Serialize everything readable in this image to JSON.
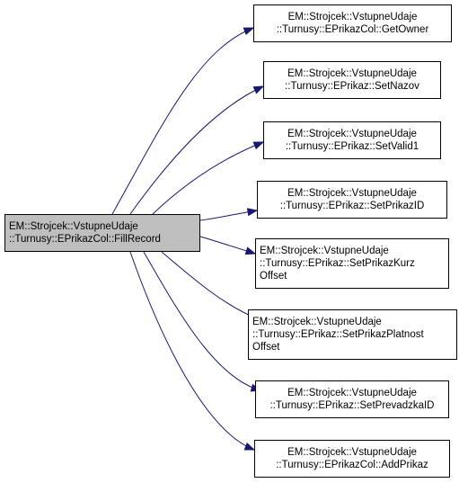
{
  "colors": {
    "edge": "#191970",
    "node_border": "#000000",
    "node_fill": "#ffffff",
    "source_fill": "#bfbfbf"
  },
  "source": {
    "lines": [
      "EM::Strojcek::VstupneUdaje",
      "::Turnusy::EPrikazCol::FillRecord"
    ]
  },
  "targets": [
    {
      "lines": [
        "EM::Strojcek::VstupneUdaje",
        "::Turnusy::EPrikazCol::GetOwner"
      ]
    },
    {
      "lines": [
        "EM::Strojcek::VstupneUdaje",
        "::Turnusy::EPrikaz::SetNazov"
      ]
    },
    {
      "lines": [
        "EM::Strojcek::VstupneUdaje",
        "::Turnusy::EPrikaz::SetValid1"
      ]
    },
    {
      "lines": [
        "EM::Strojcek::VstupneUdaje",
        "::Turnusy::EPrikaz::SetPrikazID"
      ]
    },
    {
      "lines": [
        "EM::Strojcek::VstupneUdaje",
        "::Turnusy::EPrikaz::SetPrikazKurz",
        "Offset"
      ]
    },
    {
      "lines": [
        "EM::Strojcek::VstupneUdaje",
        "::Turnusy::EPrikaz::SetPrikazPlatnost",
        "Offset"
      ]
    },
    {
      "lines": [
        "EM::Strojcek::VstupneUdaje",
        "::Turnusy::EPrikaz::SetPrevadzkaID"
      ]
    },
    {
      "lines": [
        "EM::Strojcek::VstupneUdaje",
        "::Turnusy::EPrikazCol::AddPrikaz"
      ]
    }
  ]
}
